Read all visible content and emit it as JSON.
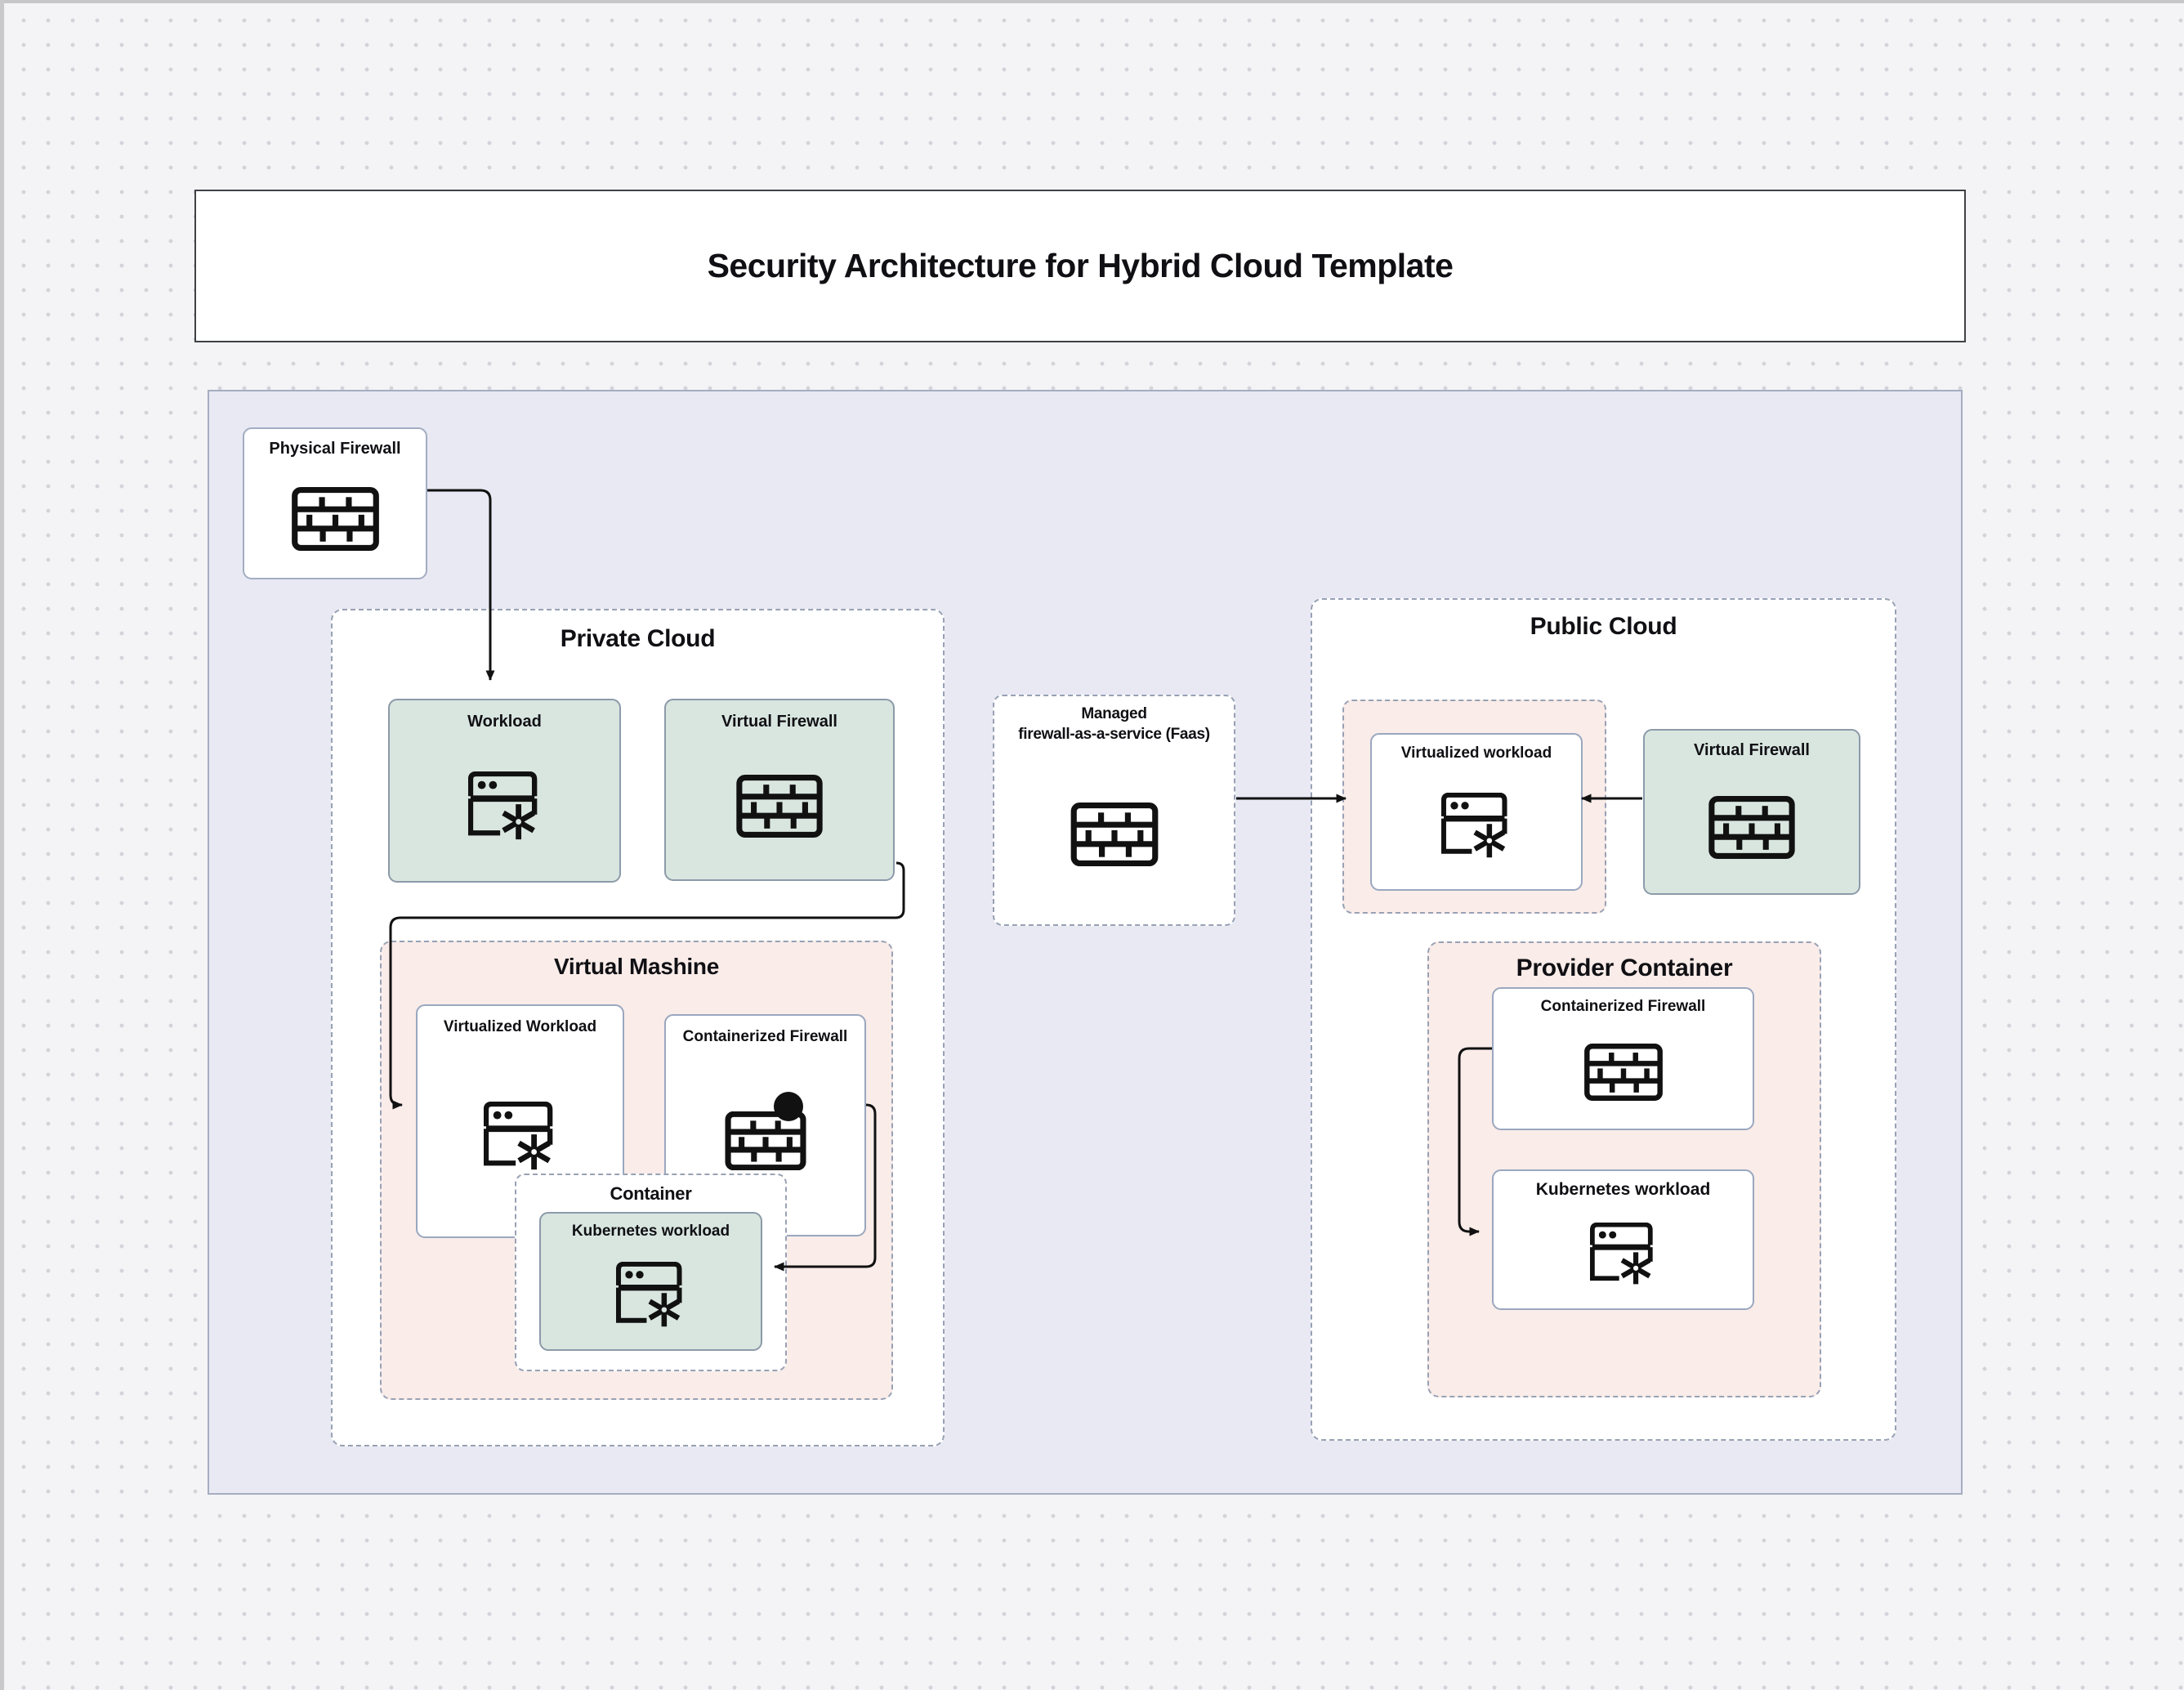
{
  "page": {
    "title": "Security Architecture for Hybrid Cloud Template"
  },
  "colors": {
    "canvas_background": "#e8e9f3",
    "page_background": "#f4f4f6",
    "node_green": "#d9e6e0",
    "group_pink": "#f9ece9",
    "line_black": "#111111",
    "dashed_border": "#98a1b4"
  },
  "nodes": {
    "physical_firewall": {
      "label": "Physical Firewall",
      "icon": "firewall-icon"
    },
    "private_cloud": {
      "title": "Private Cloud"
    },
    "workload": {
      "label": "Workload",
      "icon": "workload-icon"
    },
    "virtual_firewall_private": {
      "label": "Virtual Firewall",
      "icon": "firewall-icon"
    },
    "virtual_machine": {
      "title": "Virtual Mashine"
    },
    "virtualized_workload_private": {
      "label": "Virtualized Workload",
      "icon": "workload-icon"
    },
    "containerized_firewall_private": {
      "label": "Containerized Firewall",
      "icon": "firewall-dot-icon"
    },
    "container_group": {
      "title": "Container"
    },
    "kubernetes_workload_private": {
      "label": "Kubernetes workload",
      "icon": "workload-icon"
    },
    "managed_faas": {
      "label_line1": "Managed",
      "label_line2": "firewall-as-a-service (Faas)",
      "icon": "firewall-icon"
    },
    "public_cloud": {
      "title": "Public Cloud"
    },
    "virtualized_workload_public": {
      "label": "Virtualized workload",
      "icon": "workload-icon"
    },
    "virtual_firewall_public": {
      "label": "Virtual Firewall",
      "icon": "firewall-icon"
    },
    "provider_container": {
      "title": "Provider Container"
    },
    "containerized_firewall_public": {
      "label": "Containerized Firewall",
      "icon": "firewall-icon"
    },
    "kubernetes_workload_public": {
      "label": "Kubernetes workload",
      "icon": "workload-icon"
    }
  },
  "connections": [
    {
      "from": "physical_firewall",
      "to": "workload"
    },
    {
      "from": "virtual_firewall_private",
      "to": "virtualized_workload_private"
    },
    {
      "from": "containerized_firewall_private",
      "to": "kubernetes_workload_private"
    },
    {
      "from": "managed_faas",
      "to": "virtualized_workload_public"
    },
    {
      "from": "virtual_firewall_public",
      "to": "virtualized_workload_public"
    },
    {
      "from": "containerized_firewall_public",
      "to": "kubernetes_workload_public"
    }
  ]
}
